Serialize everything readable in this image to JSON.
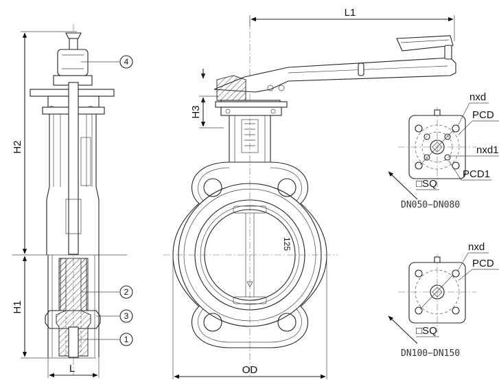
{
  "dimensions": {
    "l1": "L1",
    "h1": "H1",
    "h2": "H2",
    "h3": "H3",
    "l": "L",
    "od": "OD"
  },
  "callouts": [
    "1",
    "2",
    "3",
    "4"
  ],
  "flange_small": {
    "nxd": "nxd",
    "pcd": "PCD",
    "nxd1": "nxd1",
    "pcd1": "PCD1",
    "sq": "□SQ",
    "caption": "DN050−DN080"
  },
  "flange_large": {
    "nxd": "nxd",
    "pcd": "PCD",
    "sq": "□SQ",
    "caption": "DN100−DN150"
  },
  "body_mark": "125"
}
